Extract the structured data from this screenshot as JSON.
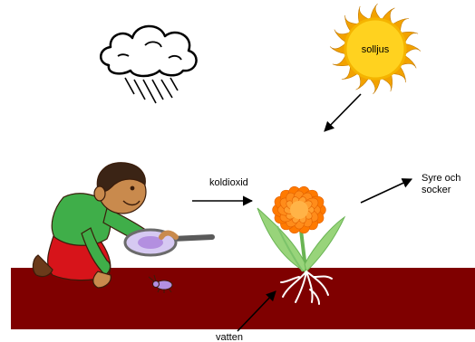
{
  "labels": {
    "sun": "solljus",
    "co2": "koldioxid",
    "output_line1": "Syre och",
    "output_line2": "socker",
    "water": "vatten"
  },
  "colors": {
    "soil": "#7f0000",
    "sun_core": "#ffd21f",
    "sun_rays": "#f2a200",
    "flower": "#ff8c1a",
    "flower_center": "#ffb347",
    "stem": "#7cc36a",
    "leaf": "#98d47a",
    "cloud": "#ffffff",
    "shirt": "#3fae49",
    "pants": "#d7141a",
    "skin": "#c98a4d",
    "hair": "#3b2415",
    "insect": "#b38fe0",
    "glass": "#d6c9f2"
  },
  "icons": [
    "cloud-rain-icon",
    "sun-icon",
    "flower-icon",
    "boy-with-magnifier-icon",
    "insect-icon",
    "roots-icon"
  ]
}
